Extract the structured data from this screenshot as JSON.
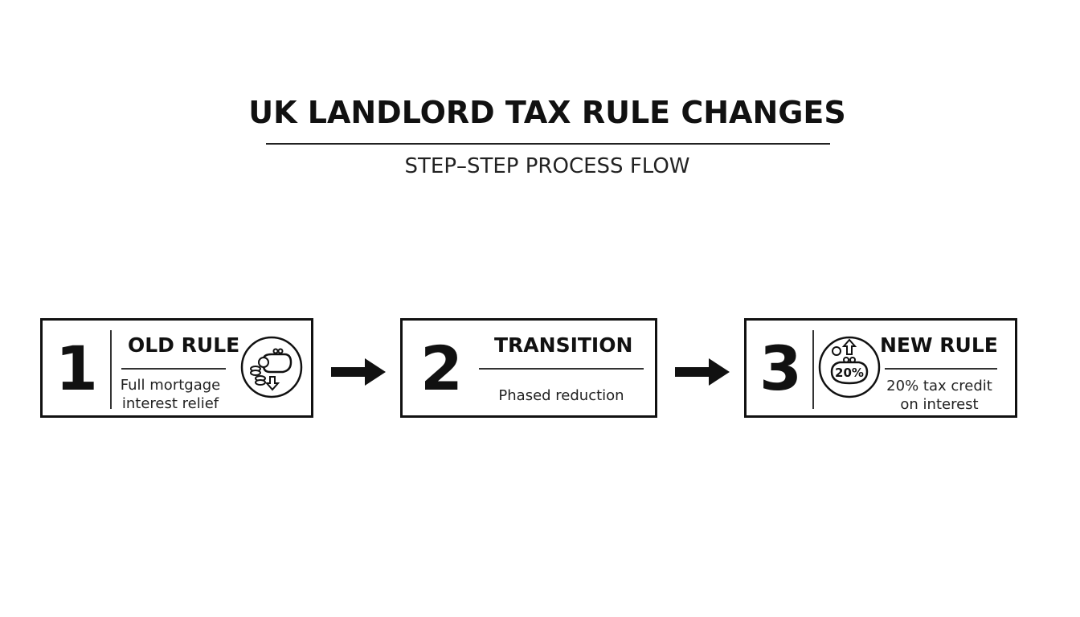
{
  "title": "UK LANDLORD TAX RULE CHANGES",
  "subtitle": "STEP–STEP PROCESS FLOW",
  "steps": [
    {
      "number": "1",
      "heading": "OLD RULE",
      "description_lines": [
        "Full mortgage",
        "interest relief"
      ],
      "icon": "purse-coins-down-icon"
    },
    {
      "number": "2",
      "heading": "TRANSITION",
      "description_lines": [
        "Phased reduction"
      ],
      "icon": ""
    },
    {
      "number": "3",
      "heading": "NEW RULE",
      "description_lines": [
        "20% tax credit",
        "on interest"
      ],
      "icon": "purse-coins-up-icon",
      "icon_label": "20%"
    }
  ],
  "connectors": [
    "arrow-right-icon",
    "arrow-right-icon"
  ]
}
